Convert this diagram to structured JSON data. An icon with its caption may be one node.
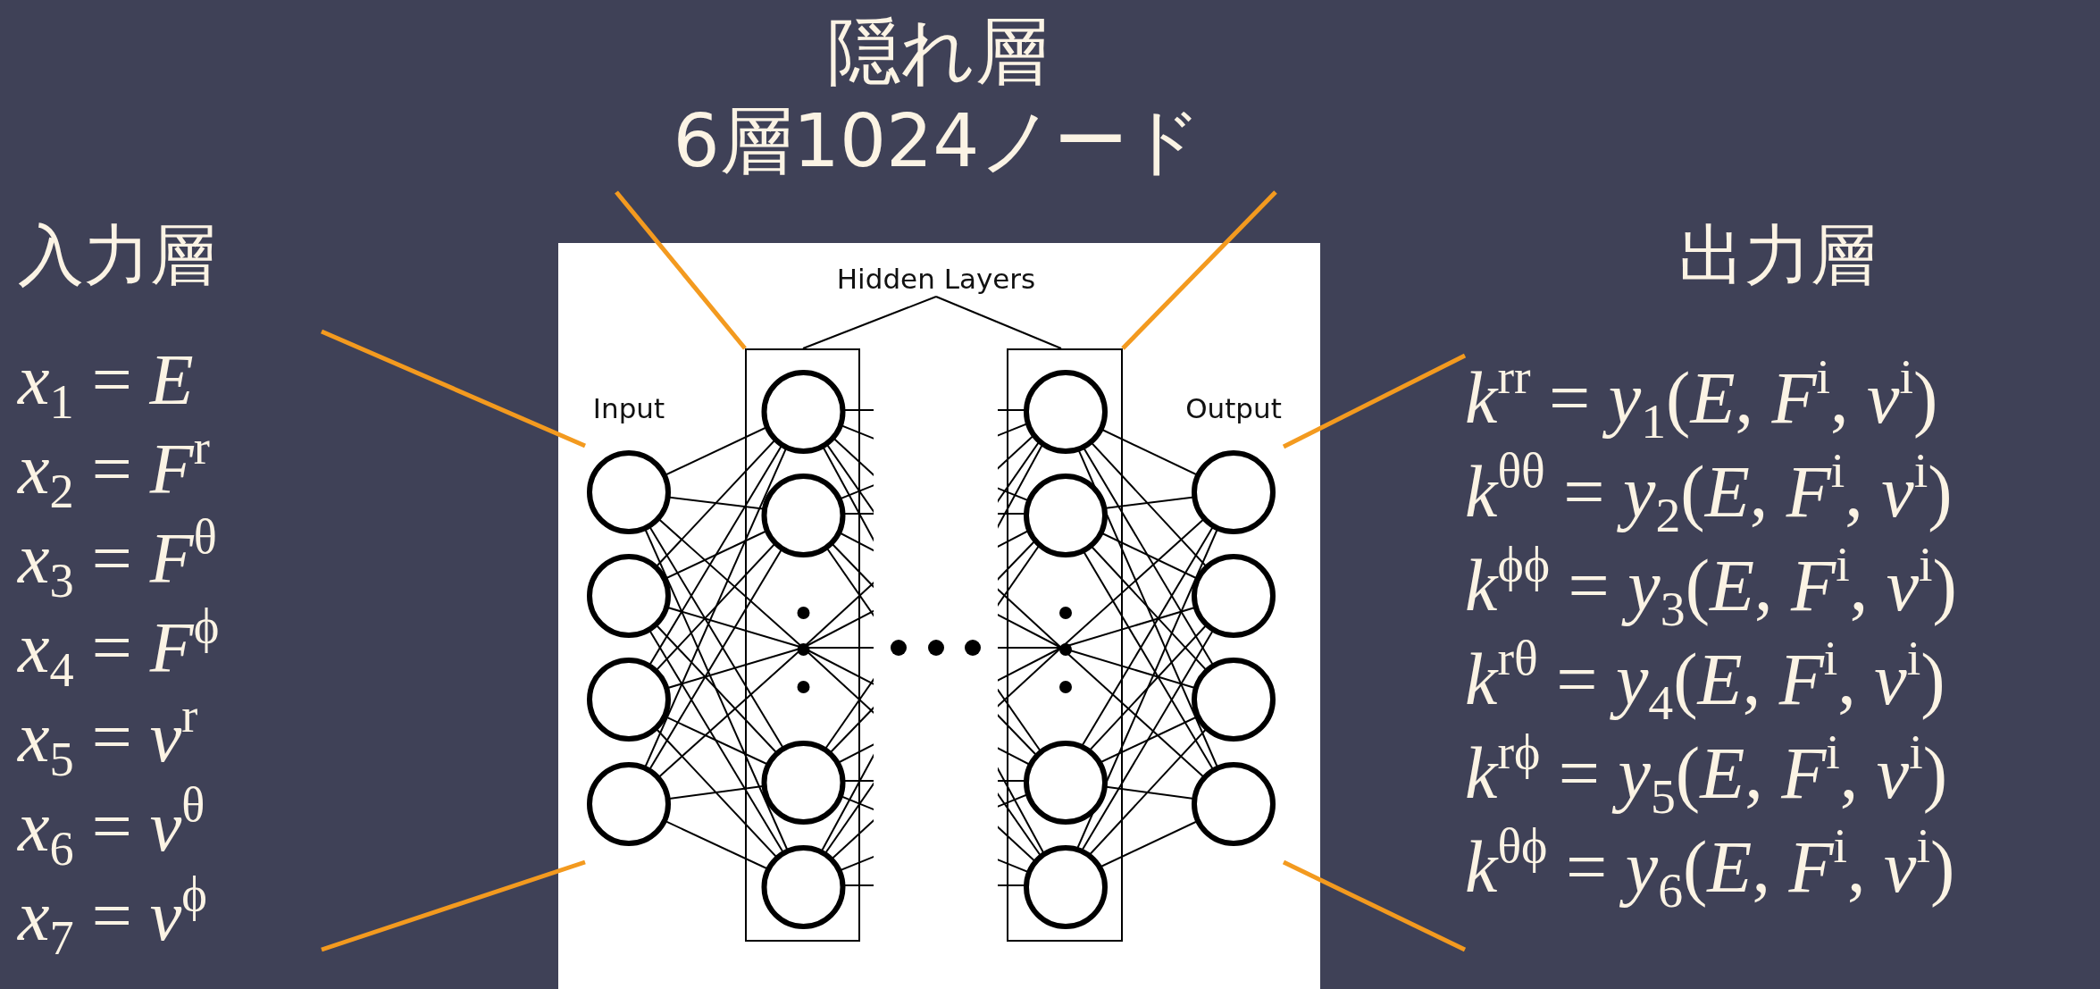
{
  "diagram": {
    "nodes": [
      {
        "text": [
          "隠れ層",
          "6層1024ノード"
        ]
      },
      {
        "text": [
          "入力層",
          "*x*$_{1}$ = *E*",
          "*x*$_{2}$ = *F*$^{r}$",
          "*x*$_{3}$ = *F*$^{θ}$",
          "*x*$_{4}$ = *F*$^{ϕ}$",
          "*x*$_{5}$ = *v*$^{r}$",
          "*x*$_{6}$ = *v*$^{θ}$",
          "*x*$_{7}$ = *v*$^{ϕ}$"
        ]
      },
      {
        "text": [
          "Hidden Layers"
        ]
      },
      {
        "text": [
          "Input"
        ]
      },
      {
        "text": [],
        "shape": "box"
      },
      {
        "text": [],
        "shape": "box"
      },
      {
        "text": [
          "Output"
        ]
      },
      {
        "text": [
          "出力層",
          "*k*$^{rr}$ = *y*$_{1}$(*E*, *F*$^{i}$, *v*$^{i}$)",
          "*k*$^{θθ}$ = *y*$_{2}$(*E*, *F*$^{i}$, *v*$^{i}$)",
          "*k*$^{ϕϕ}$ = *y*$_{3}$(*E*, *F*$^{i}$, *v*$^{i}$)",
          "*k*$^{rθ}$ = *y*$_{4}$(*E*, *F*$^{i}$, *v*$^{i}$)",
          "*k*$^{rϕ}$ = *y*$_{5}$(*E*, *F*$^{i}$, *v*$^{i}$)",
          "*k*$^{θϕ}$ = *y*$_{6}$(*E*, *F*$^{i}$, *v*$^{i}$)"
        ]
      }
    ],
    "edges": [
      {
        "from": 0,
        "to": 4,
        "arrow": "none"
      },
      {
        "from": 0,
        "to": 5,
        "arrow": "none"
      },
      {
        "from": 2,
        "to": 4,
        "arrow": "none",
        "color": "#000000"
      },
      {
        "from": 2,
        "to": 5,
        "arrow": "none",
        "color": "#000000"
      },
      {
        "from": 1,
        "to": 3,
        "arrow": "none"
      },
      {
        "from": 1,
        "to": 3,
        "arrow": "none"
      },
      {
        "from": 7,
        "to": 6,
        "arrow": "none"
      },
      {
        "from": 7,
        "to": 6,
        "arrow": "none"
      }
    ]
  }
}
